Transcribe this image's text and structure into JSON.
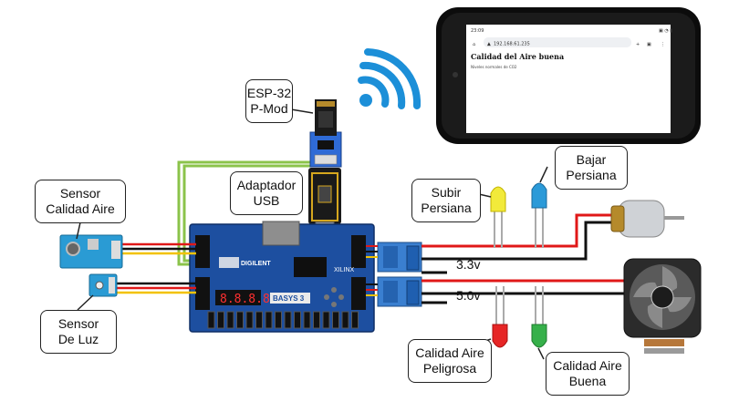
{
  "labels": {
    "esp32": [
      "ESP-32",
      "P-Mod"
    ],
    "adapter": [
      "Adaptador",
      "USB"
    ],
    "air_sensor": [
      "Sensor",
      "Calidad Aire"
    ],
    "light_sensor": [
      "Sensor",
      "De Luz"
    ],
    "raise_blind": [
      "Subir",
      "Persiana"
    ],
    "lower_blind": [
      "Bajar",
      "Persiana"
    ],
    "air_danger": [
      "Calidad Aire",
      "Peligrosa"
    ],
    "air_good": [
      "Calidad Aire",
      "Buena"
    ]
  },
  "voltages": {
    "v33": "3.3v",
    "v50": "5.0v"
  },
  "board": {
    "brand": "DIGILENT",
    "model": "BASYS 3",
    "chip": "XILINX",
    "display": "8.8.8.8"
  },
  "phone": {
    "time": "23:09",
    "url": "192.168.61.235",
    "heading": "Calidad del Aire buena",
    "subtext": "Niveles normales de CO2"
  },
  "colors": {
    "board": "#1d4fa0",
    "wire_red": "#e01818",
    "wire_black": "#111111",
    "wire_yellow": "#f2c200",
    "wire_green": "#8bc34a",
    "wifi": "#1c8fd8",
    "relay": "#3a7fd0",
    "led_yellow": "#f2ea3a",
    "led_blue": "#2b9ad8",
    "led_red": "#e62525",
    "led_green": "#36b04a"
  }
}
